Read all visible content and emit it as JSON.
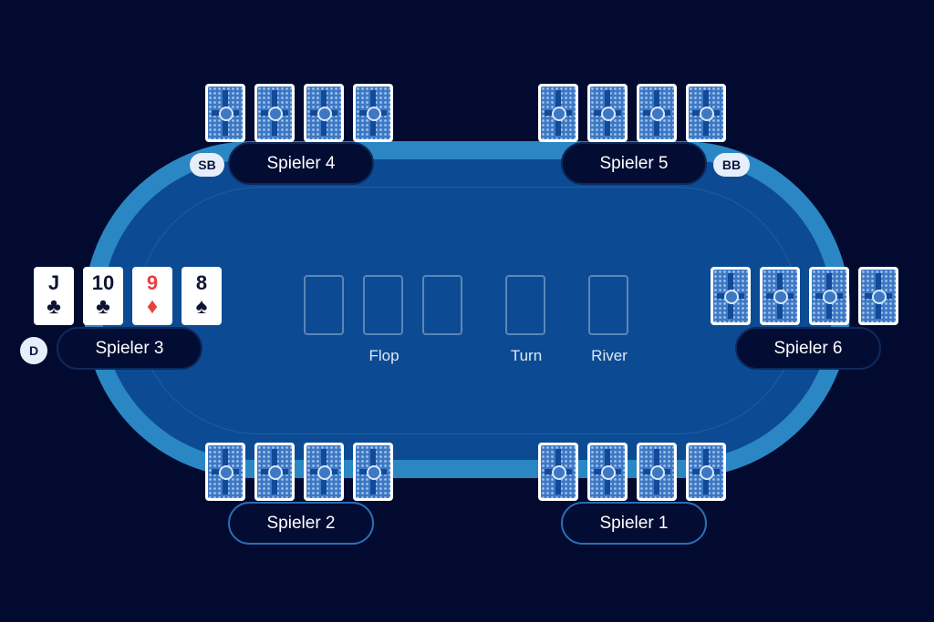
{
  "players": [
    {
      "name": "Spieler 1"
    },
    {
      "name": "Spieler 2"
    },
    {
      "name": "Spieler 3",
      "badge": "D",
      "cards": [
        {
          "rank": "J",
          "suit": "♣"
        },
        {
          "rank": "10",
          "suit": "♣"
        },
        {
          "rank": "9",
          "suit": "♦"
        },
        {
          "rank": "8",
          "suit": "♠"
        }
      ]
    },
    {
      "name": "Spieler 4",
      "badge": "SB"
    },
    {
      "name": "Spieler 5",
      "badge": "BB"
    },
    {
      "name": "Spieler 6"
    }
  ],
  "board": {
    "flop": "Flop",
    "turn": "Turn",
    "river": "River"
  },
  "colors": {
    "background": "#020b2f",
    "rail": "#2b87c3",
    "felt": "#0c4b93",
    "red_suit": "#e8403e"
  }
}
